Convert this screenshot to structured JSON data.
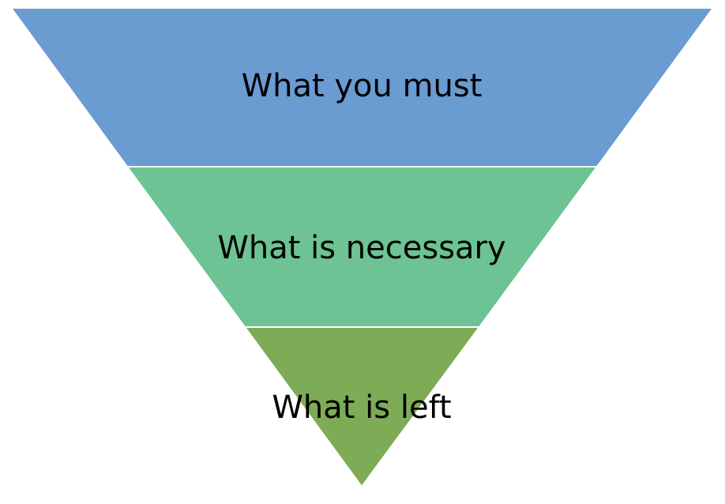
{
  "diagram": {
    "type": "inverted-pyramid",
    "tiers": [
      {
        "label": "What you must",
        "color": "#6a9bd1"
      },
      {
        "label": "What is necessary",
        "color": "#6dc393"
      },
      {
        "label": "What is left",
        "color": "#7eab55"
      }
    ]
  }
}
